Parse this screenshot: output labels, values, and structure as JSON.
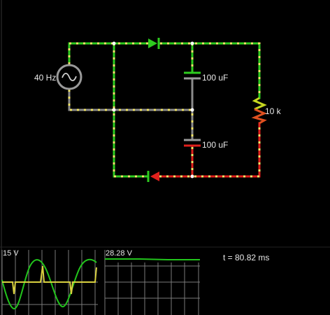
{
  "colors": {
    "background": "#000000",
    "wire_green": "#2ecc1f",
    "wire_red": "#e0201c",
    "wire_gray": "#8c8c8c",
    "current_dots": "#f2e66a",
    "scope_grid": "#7a7a7a",
    "trace_green": "#22c41c",
    "trace_yellow": "#d8d040"
  },
  "circuit": {
    "source_label": "40 Hz",
    "source_icon": "ac-sine-source-icon",
    "top_diode_icon": "diode-right-icon",
    "bottom_diode_icon": "diode-left-icon",
    "cap_upper_label": "100 uF",
    "cap_lower_label": "100 uF",
    "resistor_label": "10 k"
  },
  "scopes": {
    "scope1": {
      "scale_label": "15 V"
    },
    "scope2": {
      "scale_label": "28.28 V"
    },
    "time_readout": "t = 80.82 ms"
  }
}
